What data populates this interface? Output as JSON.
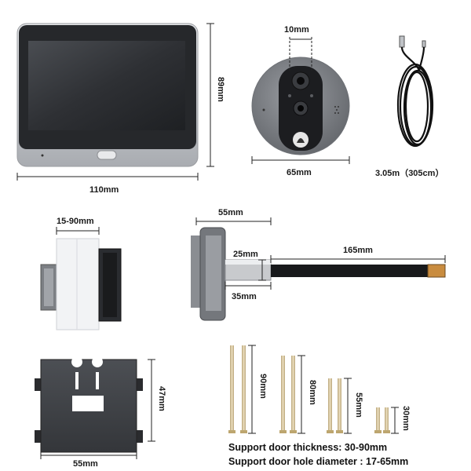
{
  "monitor": {
    "width_label": "110mm",
    "height_label": "89mm"
  },
  "camera": {
    "width_label": "65mm",
    "lens_gap_label": "10mm"
  },
  "cable": {
    "length_label": "3.05m（305cm）"
  },
  "side_mount": {
    "thickness_label": "15-90mm"
  },
  "camera_side": {
    "depth_label": "55mm",
    "tube_diameter_label": "25mm",
    "tube_length_label": "35mm",
    "cable_length_label": "165mm"
  },
  "bracket": {
    "width_label": "55mm",
    "height_label": "47mm"
  },
  "screws": [
    {
      "label": "90mm"
    },
    {
      "label": "80mm"
    },
    {
      "label": "55mm"
    },
    {
      "label": "30mm"
    }
  ],
  "notes": {
    "thickness": "Support door thickness: 30-90mm",
    "hole": "Support door hole diameter : 17-65mm"
  },
  "colors": {
    "frame": "#2b2e33",
    "silver": "#c9ccd1",
    "screw": "#d9c9a3",
    "dark_metal": "#55585d"
  }
}
